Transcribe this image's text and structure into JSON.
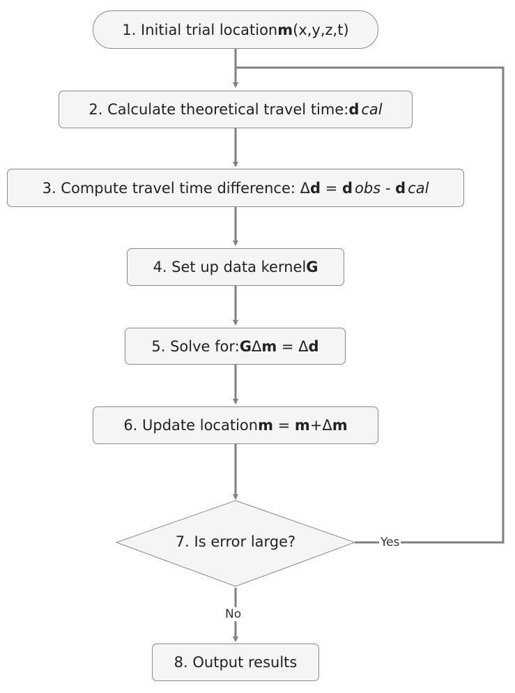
{
  "nodes": {
    "n1": {
      "text": "1. Initial trial location ",
      "bold": "m",
      "rest": "(x,y,z,t)"
    },
    "n2": {
      "text": "2. Calculate theoretical travel time: ",
      "bold": "d",
      "italic": "cal"
    },
    "n3": {
      "text": "3. Compute travel time difference: Δ",
      "bold1": "d",
      "eq": " = ",
      "bold2": "d",
      "italic1": "obs",
      "minus": " - ",
      "bold3": "d",
      "italic2": "cal"
    },
    "n4": {
      "text": "4. Set up data kernel ",
      "bold": "G"
    },
    "n5": {
      "text": "5. Solve for: ",
      "bold1": "G",
      "delta": "Δ",
      "bold2": "m",
      "eq": " = Δ",
      "bold3": "d"
    },
    "n6": {
      "text": "6. Update location ",
      "bold1": "m",
      "eq": " = ",
      "bold2": "m",
      "plus": "+Δ",
      "bold3": "m"
    },
    "n7": {
      "text": "7. Is error large?"
    },
    "n8": {
      "text": "8. Output results"
    }
  },
  "edges": {
    "yes_label": "Yes",
    "no_label": "No"
  },
  "colors": {
    "node_fill": "#f5f5f5",
    "node_border": "#8a8a8a",
    "connector": "#808080"
  }
}
